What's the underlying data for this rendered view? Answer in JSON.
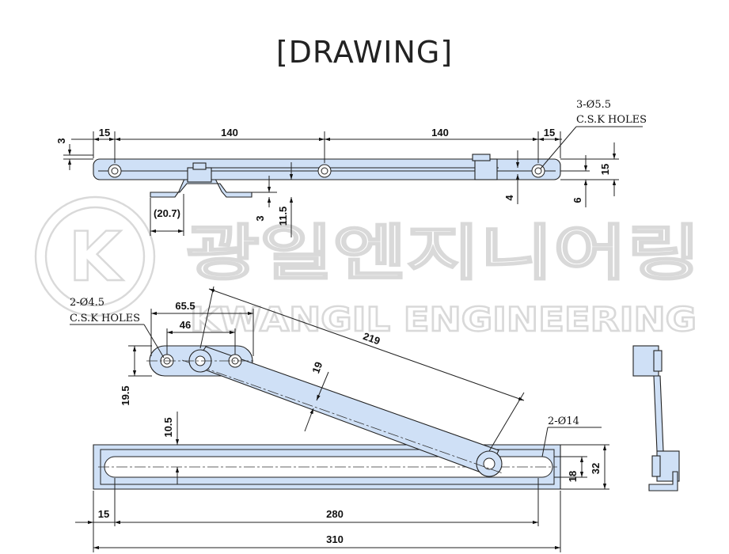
{
  "title": "[DRAWING]",
  "watermark": {
    "logo_letter": "K",
    "korean": "광일엔지니어링",
    "english": "KWANGIL ENGINEERING"
  },
  "notes": {
    "top_holes_count": "3-Ø5.5",
    "top_holes_type": "C.S.K HOLES",
    "arm_holes_count": "2-Ø4.5",
    "arm_holes_type": "C.S.K HOLES",
    "slot_note": "2-Ø14"
  },
  "dimensions": {
    "top_15_left": "15",
    "top_140_left": "140",
    "top_140_right": "140",
    "top_15_right": "15",
    "top_3": "3",
    "top_15_height": "15",
    "top_4": "4",
    "top_6": "6",
    "top_20_7": "(20.7)",
    "top_3_lower": "3",
    "top_11_5": "11.5",
    "arm_65_5": "65.5",
    "arm_46": "46",
    "arm_219": "219",
    "arm_19": "19",
    "arm_19_5": "19.5",
    "base_10_5": "10.5",
    "base_18": "18",
    "base_32": "32",
    "base_15": "15",
    "base_280": "280",
    "base_310": "310"
  }
}
